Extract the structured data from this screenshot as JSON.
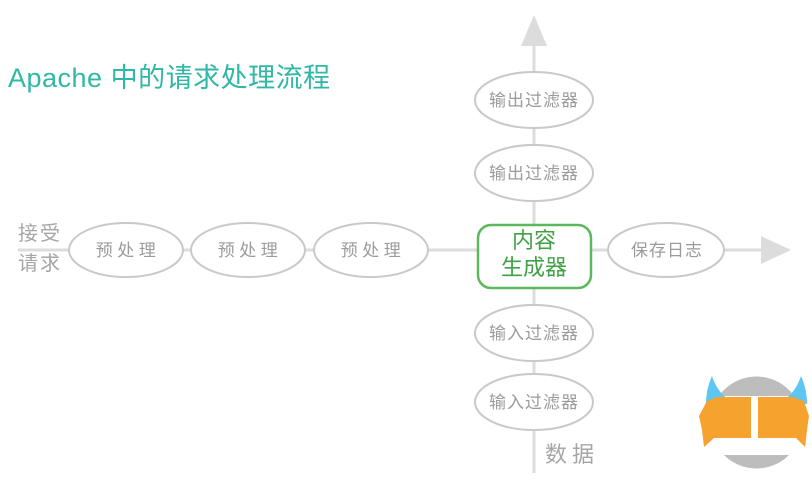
{
  "title": "Apache 中的请求处理流程",
  "axes": {
    "left_label_line1": "接受",
    "left_label_line2": "请求",
    "bottom_label": "数据"
  },
  "nodes": {
    "preprocess": [
      {
        "label": "预处理"
      },
      {
        "label": "预处理"
      },
      {
        "label": "预处理"
      }
    ],
    "content_generator": {
      "line1": "内容",
      "line2": "生成器"
    },
    "save_log": {
      "label": "保存日志"
    },
    "output_filters": [
      {
        "label": "输出过滤器"
      },
      {
        "label": "输出过滤器"
      }
    ],
    "input_filters": [
      {
        "label": "输入过滤器"
      },
      {
        "label": "输入过滤器"
      }
    ]
  },
  "colors": {
    "title_teal": "#2fb8a6",
    "axis_gray": "#dcdcdc",
    "ellipse_stroke_gray": "#c9c9c9",
    "node_text_gray": "#9b9b9b",
    "axis_label_gray": "#a6a6a6",
    "generator_border_green": "#5cb85c",
    "generator_text_green": "#3fa244",
    "logo_orange": "#f5a32e",
    "logo_blue": "#5ec6f2",
    "logo_gray": "#bdbdbd"
  }
}
